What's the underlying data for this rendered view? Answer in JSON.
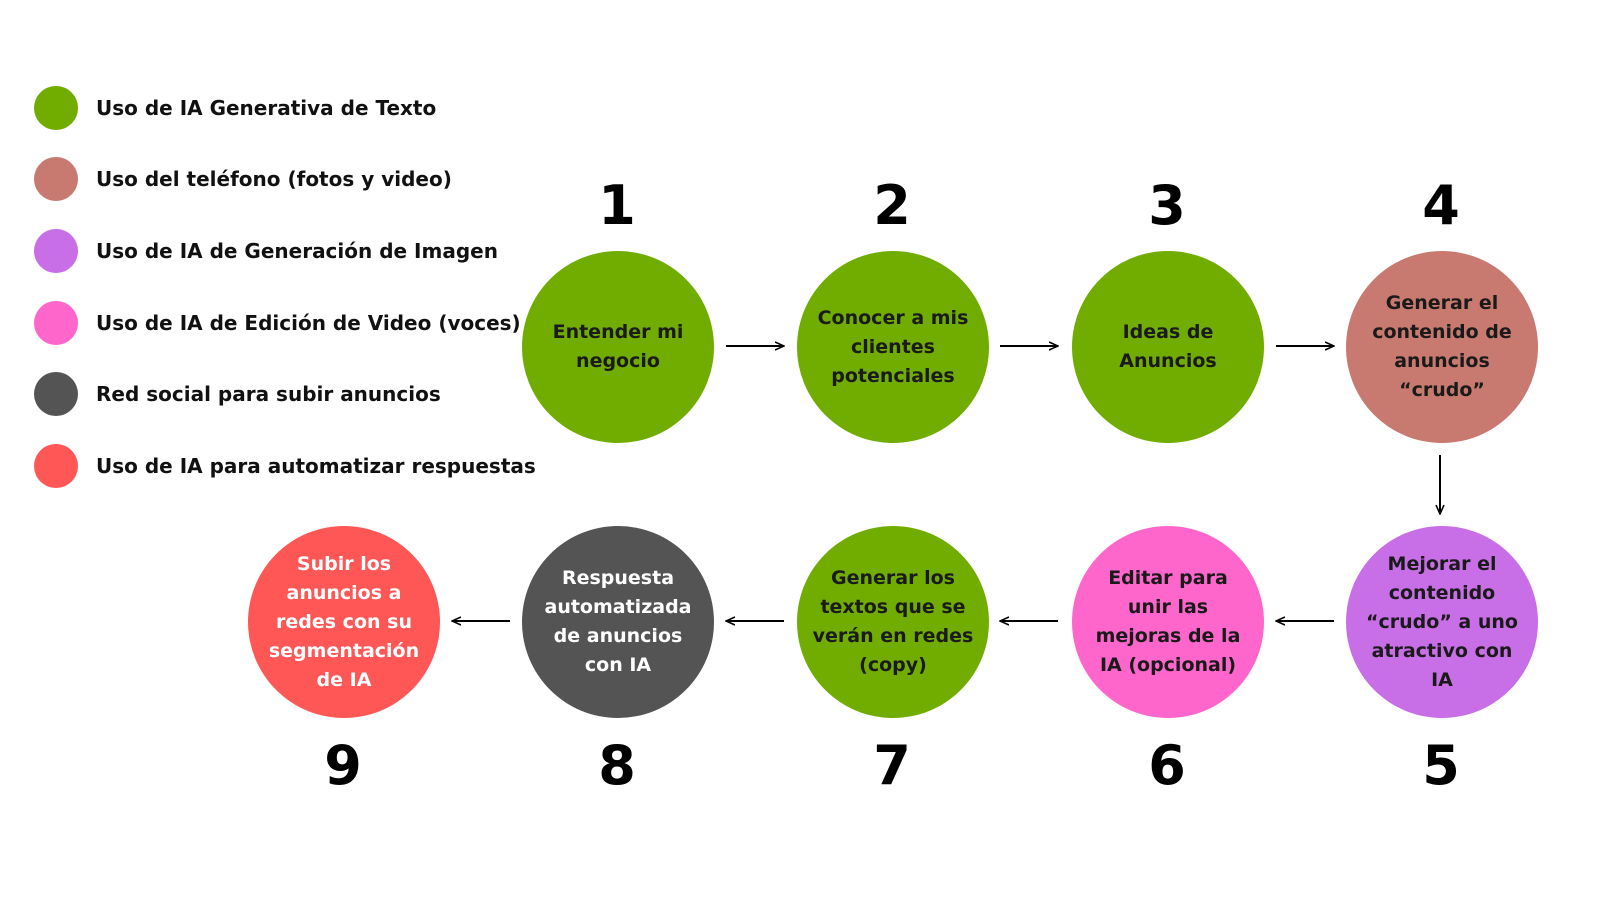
{
  "legend": [
    {
      "label": "Uso de IA Generativa de Texto",
      "color": "#70AD00"
    },
    {
      "label": "Uso del teléfono (fotos y video)",
      "color": "#C97A70"
    },
    {
      "label": "Uso de IA de Generación de Imagen",
      "color": "#C86EE6"
    },
    {
      "label": "Uso de IA de Edición de Video (voces)",
      "color": "#FF66CC"
    },
    {
      "label": "Red social para subir anuncios",
      "color": "#545454"
    },
    {
      "label": "Uso de IA para automatizar respuestas",
      "color": "#FF5656"
    }
  ],
  "steps": [
    {
      "number": "1",
      "text": "Entender mi negocio",
      "color": "#70AD00"
    },
    {
      "number": "2",
      "text": "Conocer a mis clientes potenciales",
      "color": "#70AD00"
    },
    {
      "number": "3",
      "text": "Ideas de Anuncios",
      "color": "#70AD00"
    },
    {
      "number": "4",
      "text": "Generar el contenido de anuncios “crudo”",
      "color": "#C97A70"
    },
    {
      "number": "5",
      "text": "Mejorar el contenido “crudo” a uno atractivo con IA",
      "color": "#C86EE6"
    },
    {
      "number": "6",
      "text": "Editar para unir las mejoras de la IA (opcional)",
      "color": "#FF66CC"
    },
    {
      "number": "7",
      "text": "Generar los textos que se verán en redes (copy)",
      "color": "#70AD00"
    },
    {
      "number": "8",
      "text": "Respuesta automatizada de anuncios con IA",
      "color": "#545454"
    },
    {
      "number": "9",
      "text": "Subir los anuncios a redes con su segmentación de IA",
      "color": "#FF5656"
    }
  ]
}
